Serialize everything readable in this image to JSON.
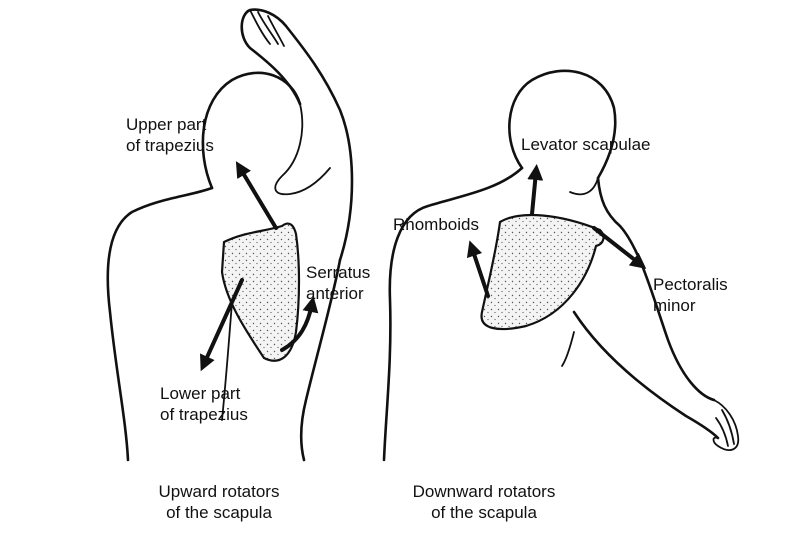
{
  "left_figure": {
    "labels": {
      "upper_trapezius": [
        "Upper part",
        "of trapezius"
      ],
      "serratus_anterior": [
        "Serratus",
        "anterior"
      ],
      "lower_trapezius": [
        "Lower part",
        "of trapezius"
      ]
    },
    "caption": [
      "Upward rotators",
      "of the scapula"
    ]
  },
  "right_figure": {
    "labels": {
      "levator_scapulae": [
        "Levator scapulae"
      ],
      "rhomboids": [
        "Rhomboids"
      ],
      "pectoralis_minor": [
        "Pectoralis",
        "minor"
      ]
    },
    "caption": [
      "Downward rotators",
      "of the scapula"
    ]
  },
  "colors": {
    "ink": "#111111",
    "background": "#ffffff",
    "stipple": "#555555"
  }
}
